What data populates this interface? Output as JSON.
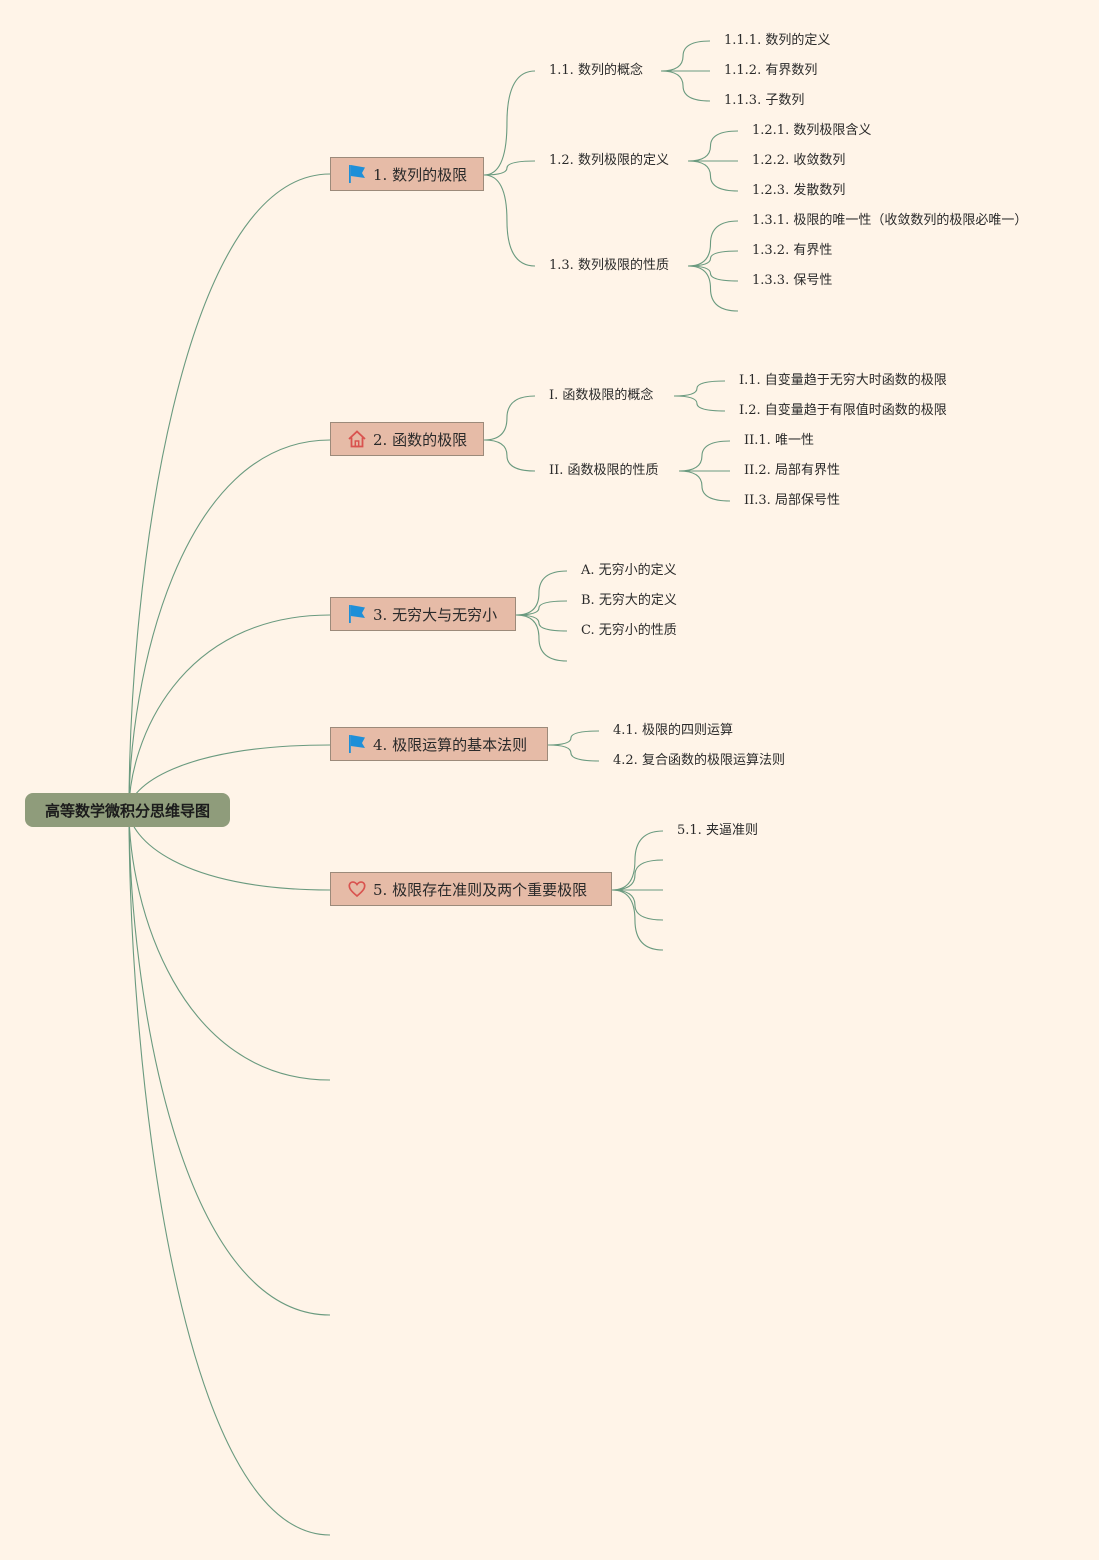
{
  "root": "高等数学微积分思维导图",
  "topics": [
    {
      "label": "1. 数列的极限",
      "icon": "flag-icon",
      "children": [
        {
          "label": "1.1. 数列的概念",
          "children": [
            "1.1.1. 数列的定义",
            "1.1.2. 有界数列",
            "1.1.3. 子数列"
          ]
        },
        {
          "label": "1.2. 数列极限的定义",
          "children": [
            "1.2.1. 数列极限含义",
            "1.2.2. 收敛数列",
            "1.2.3. 发散数列"
          ]
        },
        {
          "label": "1.3. 数列极限的性质",
          "children": [
            "1.3.1. 极限的唯一性（收敛数列的极限必唯一）",
            "1.3.2. 有界性",
            "1.3.3. 保号性"
          ]
        }
      ]
    },
    {
      "label": "2. 函数的极限",
      "icon": "house-icon",
      "children": [
        {
          "label": "I. 函数极限的概念",
          "children": [
            "I.1. 自变量趋于无穷大时函数的极限",
            "I.2. 自变量趋于有限值时函数的极限"
          ]
        },
        {
          "label": "II. 函数极限的性质",
          "children": [
            "II.1. 唯一性",
            "II.2. 局部有界性",
            "II.3. 局部保号性"
          ]
        }
      ]
    },
    {
      "label": "3. 无穷大与无穷小",
      "icon": "flag-icon",
      "children": [
        "A. 无穷小的定义",
        "B. 无穷大的定义",
        "C. 无穷小的性质"
      ]
    },
    {
      "label": "4. 极限运算的基本法则",
      "icon": "flag-icon",
      "children": [
        "4.1. 极限的四则运算",
        "4.2. 复合函数的极限运算法则"
      ]
    },
    {
      "label": "5. 极限存在准则及两个重要极限",
      "icon": "heart-icon",
      "children": [
        "5.1. 夹逼准则"
      ]
    }
  ],
  "colors": {
    "background": "#fff4e8",
    "root_fill": "#8f9c7b",
    "topic_fill": "#e6bba7",
    "link": "#6a9a7f",
    "flag": "#1e8fd8",
    "house": "#d9534f",
    "heart": "#d9534f"
  }
}
